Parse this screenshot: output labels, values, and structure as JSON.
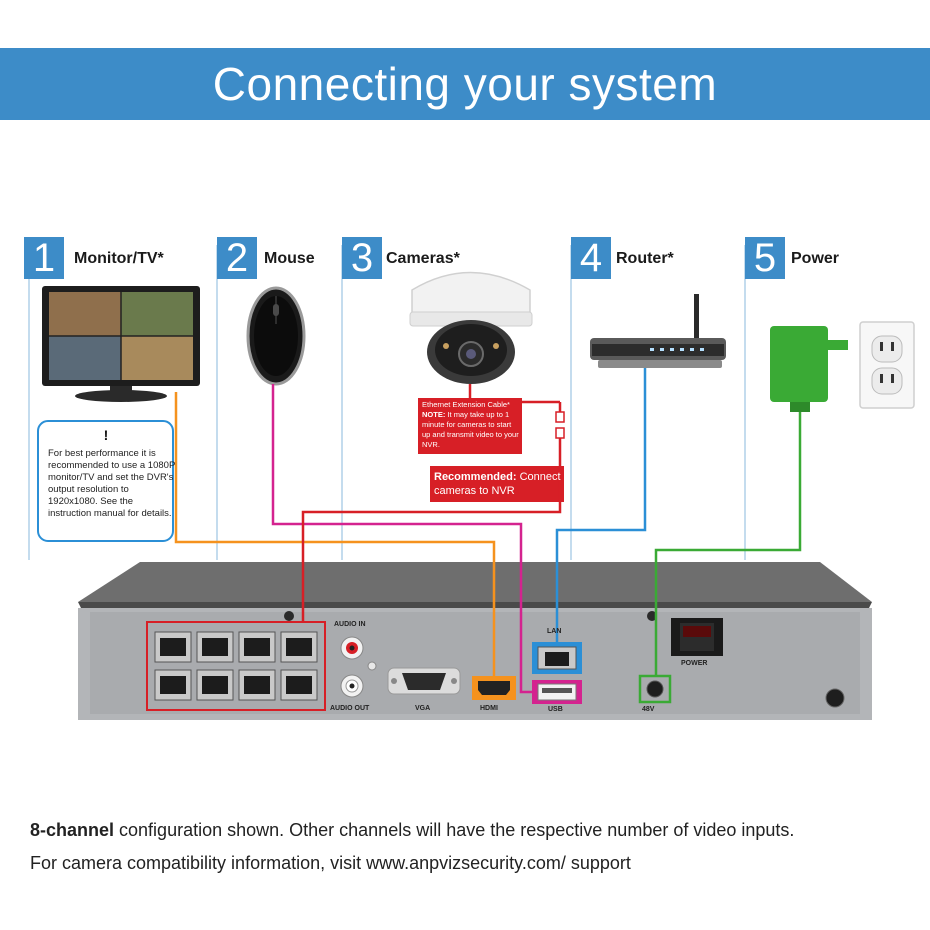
{
  "header": {
    "title": "Connecting your system"
  },
  "steps": [
    {
      "num": "1",
      "label": "Monitor/TV*"
    },
    {
      "num": "2",
      "label": "Mouse"
    },
    {
      "num": "3",
      "label": "Cameras*"
    },
    {
      "num": "4",
      "label": "Router*"
    },
    {
      "num": "5",
      "label": "Power"
    }
  ],
  "tip": {
    "mark": "!",
    "text": "For best performance it is recommended to use a 1080P monitor/TV and set the DVR's output resolution to 1920x1080. See the instruction manual for details."
  },
  "cable_note": {
    "title": "Ethernet Extension Cable*",
    "note_label": "NOTE:",
    "note_text": "It may take up to 1 minute for cameras to start up and transmit video to your NVR."
  },
  "recommended": {
    "label": "Recommended:",
    "text": "Connect cameras to NVR"
  },
  "ports": {
    "audio_in": "AUDIO IN",
    "audio_out": "AUDIO OUT",
    "vga": "VGA",
    "hdmi": "HDMI",
    "lan": "LAN",
    "usb": "USB",
    "power": "POWER",
    "dc": "48V"
  },
  "footer": {
    "line1_bold": "8-channel",
    "line1_rest": " configuration shown. Other channels will have the respective number of video inputs.",
    "line2": "For camera compatibility information, visit www.anpvizsecurity.com/ support"
  },
  "colors": {
    "accent_blue": "#3d8cc8",
    "hdmi_orange": "#f5921e",
    "mouse_magenta": "#d4238f",
    "camera_red": "#d71f26",
    "router_blue": "#2b8fd6",
    "power_green": "#3aaa35"
  }
}
